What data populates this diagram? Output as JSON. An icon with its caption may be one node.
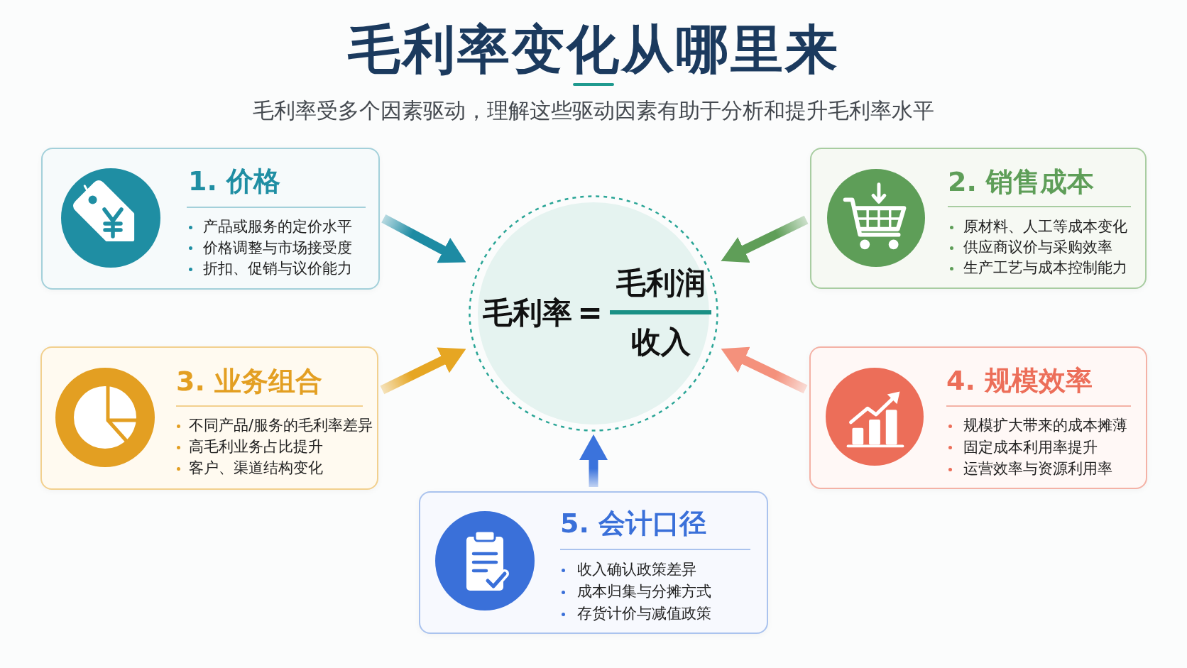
{
  "diagram": {
    "title": "毛利率变化从哪里来",
    "nodes": [
      {
        "text": [
          "1. 价格",
          "产品或服务的定价水平",
          "价格调整与市场接受度",
          "折扣、促销与议价能力"
        ]
      },
      {
        "text": [
          "2. 销售成本",
          "原材料、人工等成本变化",
          "供应商议价与采购效率",
          "生产工艺与成本控制能力"
        ]
      },
      {
        "text": [
          "毛利率",
          "=",
          "毛利润",
          "收入"
        ]
      },
      {
        "text": [
          "3. 业务组合",
          "不同产品/服务的毛利率差异",
          "高毛利业务占比提升",
          "客户、渠道结构变化"
        ]
      },
      {
        "text": [
          "4. 规模效率",
          "规模扩大带来的成本摊薄",
          "固定成本利用率提升",
          "运营效率与资源利用率"
        ]
      },
      {
        "text": [
          "5. 会计口径",
          "收入确认政策差异",
          "成本归集与分摊方式",
          "存货计价与减值政策"
        ]
      }
    ],
    "edges": [
      {
        "from": 0,
        "to": 2,
        "arrow": "to",
        "color": "#1d8ba3"
      },
      {
        "from": 1,
        "to": 2,
        "arrow": "to",
        "color": "#5f9e58"
      },
      {
        "from": 3,
        "to": 2,
        "arrow": "to",
        "color": "#e6a623"
      },
      {
        "from": 4,
        "to": 2,
        "arrow": "to",
        "color": "#f4917c"
      },
      {
        "from": 5,
        "to": 2,
        "arrow": "to",
        "color": "#3b73dc"
      }
    ],
    "labels": [
      "毛利率受多个因素驱动，理解这些驱动因素有助于分析和提升毛利率水平"
    ]
  }
}
